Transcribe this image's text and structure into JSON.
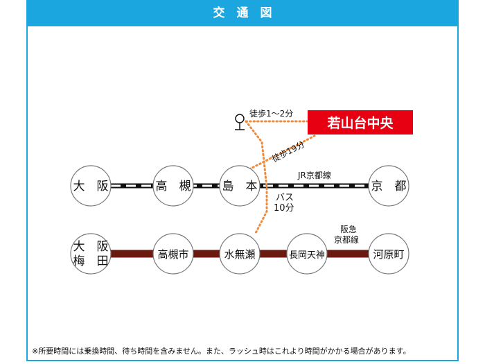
{
  "title": "交　通　図",
  "destination": "若山台中央",
  "bus_stop_icon": "bus-stop-icon",
  "walk_short": "徒歩1〜2分",
  "walk_long": "徒歩19分",
  "bus": {
    "line1": "バス",
    "line2": "10分"
  },
  "jr_line": "JR京都線",
  "hankyu_line": {
    "line1": "阪急",
    "line2": "京都線"
  },
  "jr_stations": [
    {
      "name": "大　阪"
    },
    {
      "name": "高　槻"
    },
    {
      "name": "島　本"
    },
    {
      "name": "京　都"
    }
  ],
  "hankyu_stations": [
    {
      "line1": "大　阪",
      "line2": "梅　田"
    },
    {
      "name": "高槻市"
    },
    {
      "name": "水無瀬"
    },
    {
      "name": "長岡天神"
    },
    {
      "name": "河原町"
    }
  ],
  "colors": {
    "header": "#1ba6df",
    "destination": "#e60012",
    "hankyu": "#6b1a10",
    "walk_path": "#f08a3a",
    "jr": "#111111"
  },
  "footnote": "※所要時間には乗換時間、待ち時間を含みません。また、ラッシュ時はこれより時間がかかる場合があります。"
}
